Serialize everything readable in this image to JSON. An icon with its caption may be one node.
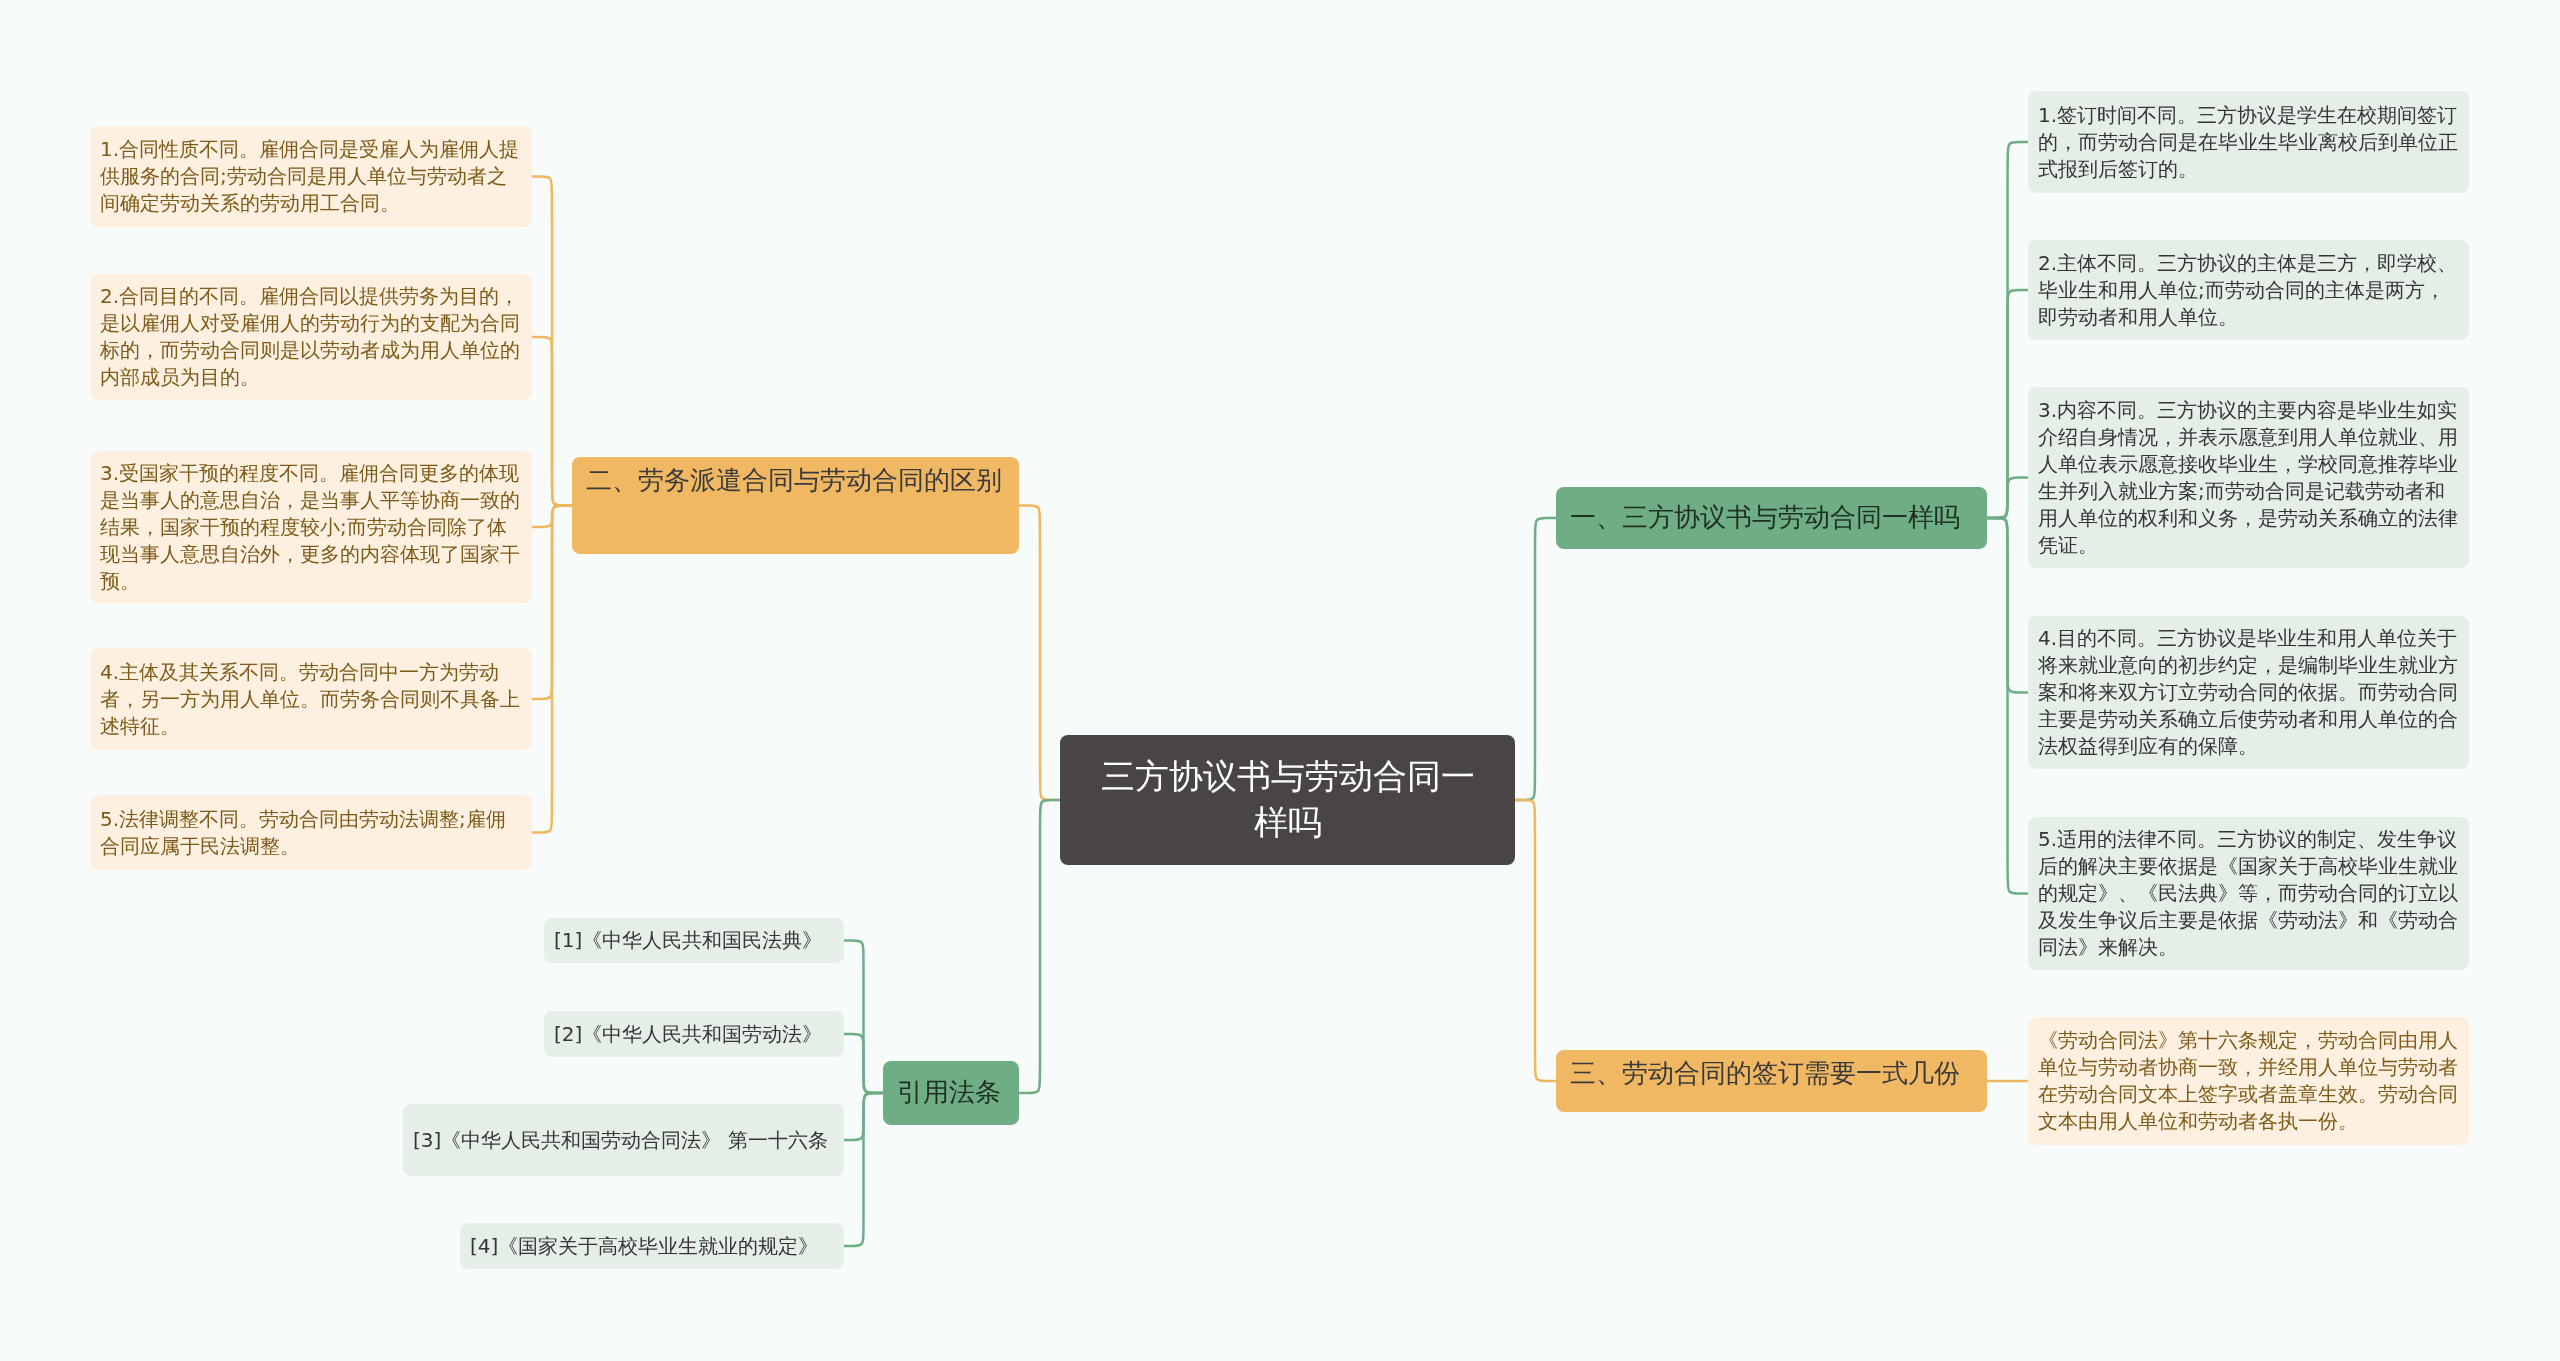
{
  "diagram": {
    "nodes": [
      {
        "text": [
          "三方协议书与劳动合同一样吗"
        ]
      },
      {
        "text": [
          "二、劳务派遣合同与劳动合同的区别"
        ]
      },
      {
        "text": [
          "1.合同性质不同。雇佣合同是受雇人为雇佣人提供服务的合同;劳动合同是用人单位与劳动者之间确定劳动关系的劳动用工合同。"
        ]
      },
      {
        "text": [
          "2.合同目的不同。雇佣合同以提供劳务为目的，是以雇佣人对受雇佣人的劳动行为的支配为合同标的，而劳动合同则是以劳动者成为用人单位的内部成员为目的。"
        ]
      },
      {
        "text": [
          "3.受国家干预的程度不同。雇佣合同更多的体现是当事人的意思自治，是当事人平等协商一致的结果，国家干预的程度较小;而劳动合同除了体现当事人意思自治外，更多的内容体现了国家干预。"
        ]
      },
      {
        "text": [
          "4.主体及其关系不同。劳动合同中一方为劳动者，另一方为用人单位。而劳务合同则不具备上述特征。"
        ]
      },
      {
        "text": [
          "5.法律调整不同。劳动合同由劳动法调整;雇佣合同应属于民法调整。"
        ]
      },
      {
        "text": [
          "引用法条"
        ]
      },
      {
        "text": [
          "[1]《中华人民共和国民法典》"
        ]
      },
      {
        "text": [
          "[2]《中华人民共和国劳动法》"
        ]
      },
      {
        "text": [
          "[3]《中华人民共和国劳动合同法》 第一十六条"
        ]
      },
      {
        "text": [
          "[4]《国家关于高校毕业生就业的规定》"
        ]
      },
      {
        "text": [
          "一、三方协议书与劳动合同一样吗"
        ]
      },
      {
        "text": [
          "1.签订时间不同。三方协议是学生在校期间签订的，而劳动合同是在毕业生毕业离校后到单位正式报到后签订的。"
        ]
      },
      {
        "text": [
          "2.主体不同。三方协议的主体是三方，即学校、毕业生和用人单位;而劳动合同的主体是两方，即劳动者和用人单位。"
        ]
      },
      {
        "text": [
          "3.内容不同。三方协议的主要内容是毕业生如实介绍自身情况，并表示愿意到用人单位就业、用人单位表示愿意接收毕业生，学校同意推荐毕业生并列入就业方案;而劳动合同是记载劳动者和用人单位的权利和义务，是劳动关系确立的法律凭证。"
        ]
      },
      {
        "text": [
          "4.目的不同。三方协议是毕业生和用人单位关于将来就业意向的初步约定，是编制毕业生就业方案和将来双方订立劳动合同的依据。而劳动合同主要是劳动关系确立后使劳动者和用人单位的合法权益得到应有的保障。"
        ]
      },
      {
        "text": [
          "5.适用的法律不同。三方协议的制定、发生争议后的解决主要依据是《国家关于高校毕业生就业的规定》、《民法典》等，而劳动合同的订立以及发生争议后主要是依据《劳动法》和《劳动合同法》来解决。"
        ]
      },
      {
        "text": [
          "三、劳动合同的签订需要一式几份"
        ]
      },
      {
        "text": [
          "《劳动合同法》第十六条规定，劳动合同由用人单位与劳动者协商一致，并经用人单位与劳动者在劳动合同文本上签字或者盖章生效。劳动合同文本由用人单位和劳动者各执一份。"
        ]
      }
    ],
    "edges": [
      {
        "from": 0,
        "to": 1,
        "arrow": "none",
        "color": "#efb760"
      },
      {
        "from": 1,
        "to": 2,
        "arrow": "none",
        "color": "#efb760"
      },
      {
        "from": 1,
        "to": 3,
        "arrow": "none",
        "color": "#efb760"
      },
      {
        "from": 1,
        "to": 4,
        "arrow": "none",
        "color": "#efb760"
      },
      {
        "from": 1,
        "to": 5,
        "arrow": "none",
        "color": "#efb760"
      },
      {
        "from": 1,
        "to": 6,
        "arrow": "none",
        "color": "#efb760"
      },
      {
        "from": 0,
        "to": 7,
        "arrow": "none"
      },
      {
        "from": 7,
        "to": 8,
        "arrow": "none"
      },
      {
        "from": 7,
        "to": 9,
        "arrow": "none"
      },
      {
        "from": 7,
        "to": 10,
        "arrow": "none"
      },
      {
        "from": 7,
        "to": 11,
        "arrow": "none"
      },
      {
        "from": 0,
        "to": 12,
        "arrow": "none"
      },
      {
        "from": 12,
        "to": 13,
        "arrow": "none"
      },
      {
        "from": 12,
        "to": 14,
        "arrow": "none"
      },
      {
        "from": 12,
        "to": 15,
        "arrow": "none"
      },
      {
        "from": 12,
        "to": 16,
        "arrow": "none"
      },
      {
        "from": 12,
        "to": 17,
        "arrow": "none"
      },
      {
        "from": 0,
        "to": 18,
        "arrow": "none",
        "color": "#efb760"
      },
      {
        "from": 18,
        "to": 19,
        "arrow": "none",
        "color": "#efb760"
      }
    ]
  }
}
